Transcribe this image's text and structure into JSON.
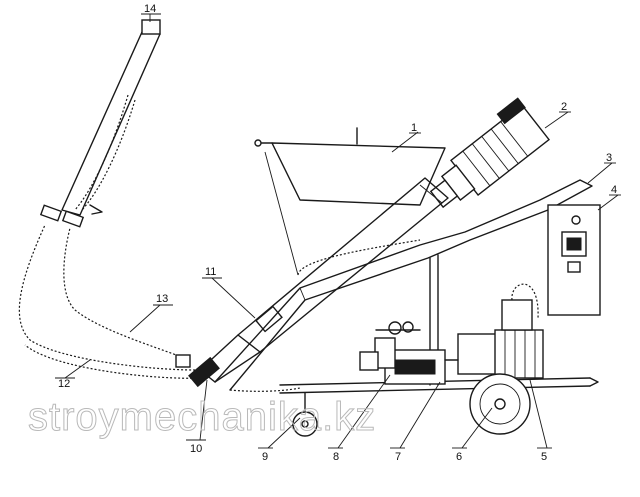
{
  "diagram": {
    "callouts": [
      {
        "id": "c1",
        "label": "1"
      },
      {
        "id": "c2",
        "label": "2"
      },
      {
        "id": "c3",
        "label": "3"
      },
      {
        "id": "c4",
        "label": "4"
      },
      {
        "id": "c5",
        "label": "5"
      },
      {
        "id": "c6",
        "label": "6"
      },
      {
        "id": "c7",
        "label": "7"
      },
      {
        "id": "c8",
        "label": "8"
      },
      {
        "id": "c9",
        "label": "9"
      },
      {
        "id": "c10",
        "label": "10"
      },
      {
        "id": "c11",
        "label": "11"
      },
      {
        "id": "c12",
        "label": "12"
      },
      {
        "id": "c13",
        "label": "13"
      },
      {
        "id": "c14",
        "label": "14"
      }
    ],
    "watermark": "stroymechanika.kz",
    "line_color": "#1a1a1a",
    "watermark_color": "#b9b9b9"
  }
}
